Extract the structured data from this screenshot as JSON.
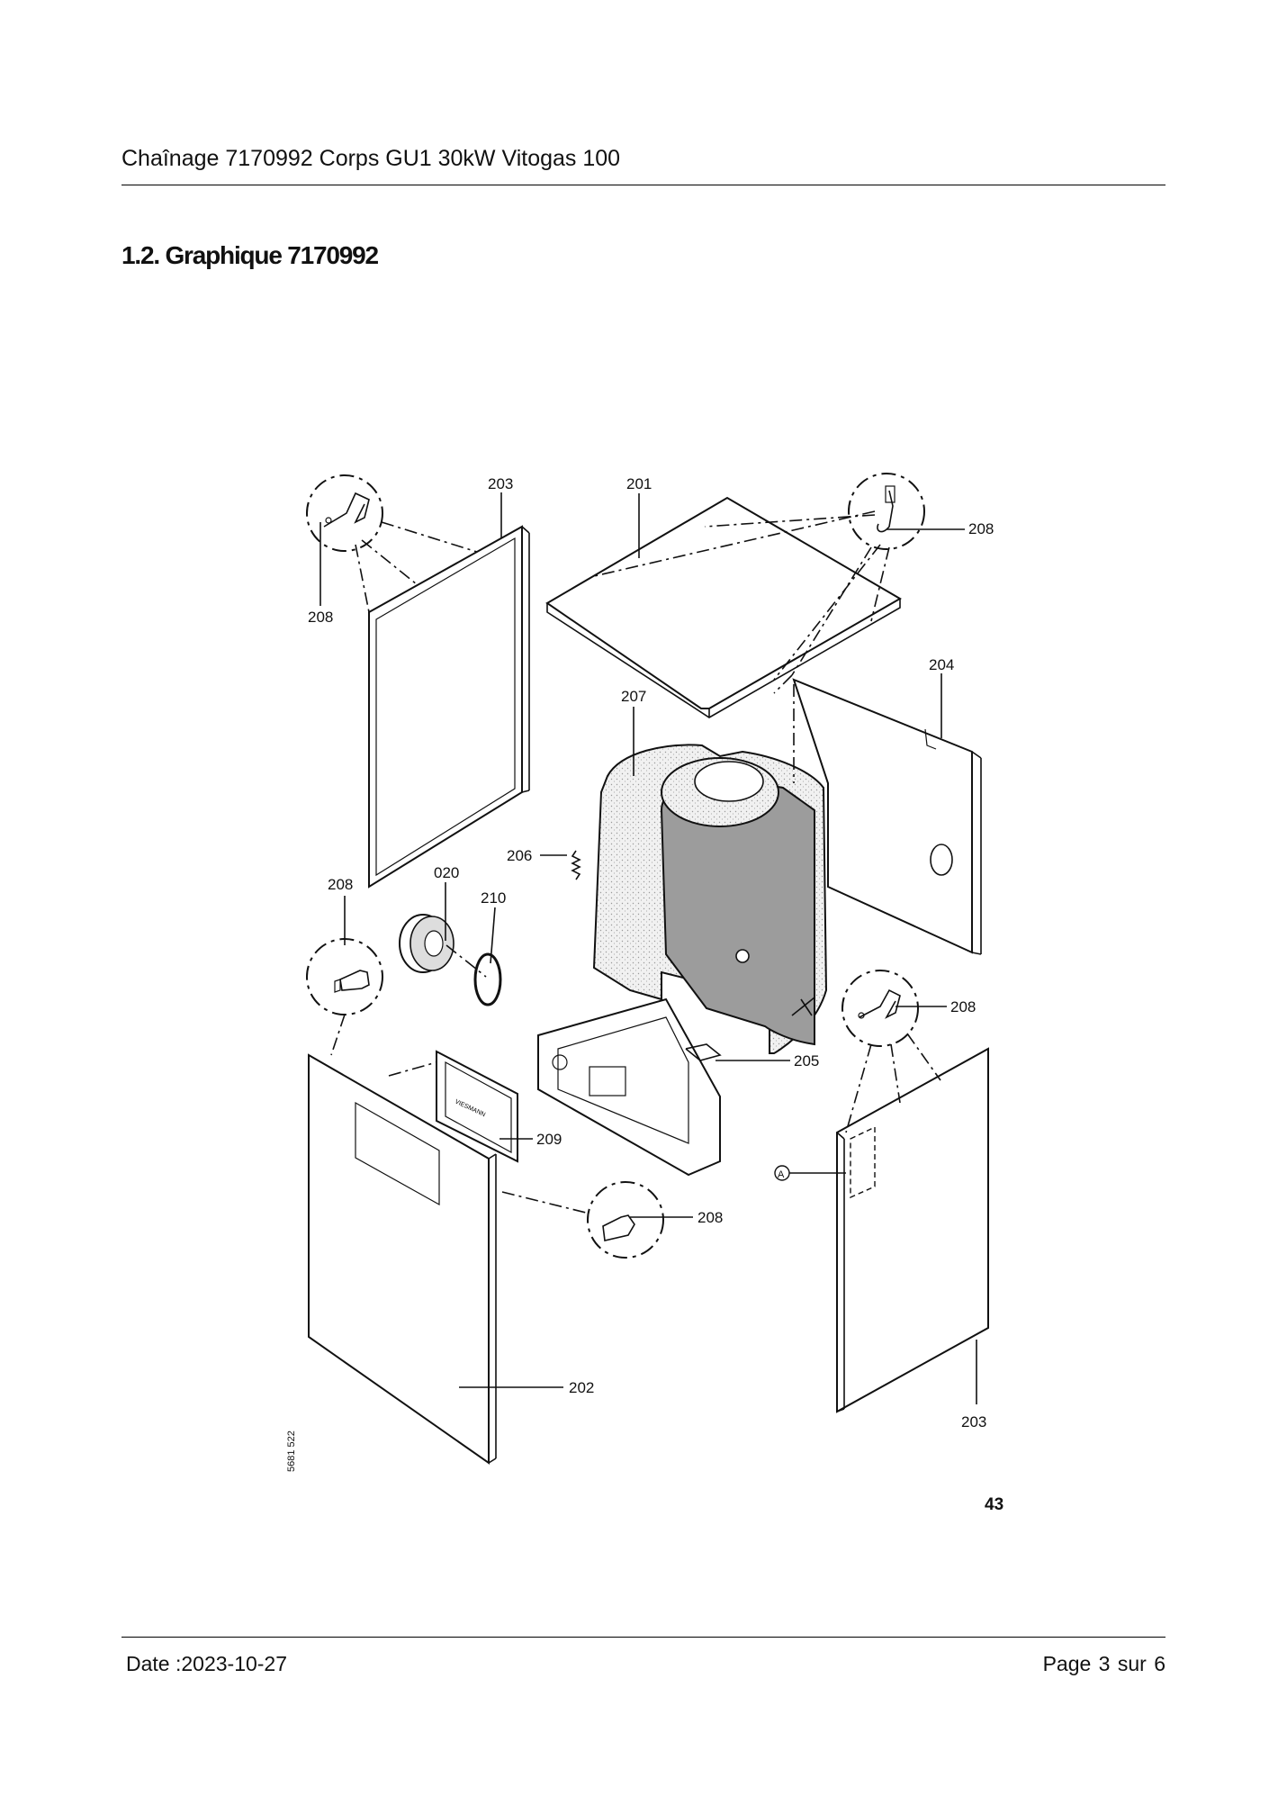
{
  "header": {
    "title": "Chaînage 7170992 Corps GU1 30kW Vitogas 100"
  },
  "section": {
    "title": "1.2. Graphique 7170992"
  },
  "diagram": {
    "labels": {
      "p201": "201",
      "p202": "202",
      "p203_top": "203",
      "p203_bottom": "203",
      "p204": "204",
      "p205": "205",
      "p206": "206",
      "p207": "207",
      "p208_a": "208",
      "p208_b": "208",
      "p208_c": "208",
      "p208_d": "208",
      "p208_e": "208",
      "p209": "209",
      "p210": "210",
      "p020": "020",
      "marker_a": "A"
    },
    "brand_text": "VIESMANN",
    "drawing_code": "5681 522",
    "page_number": "43"
  },
  "footer": {
    "date": "Date :2023-10-27",
    "page": "Page 3 sur  6"
  }
}
